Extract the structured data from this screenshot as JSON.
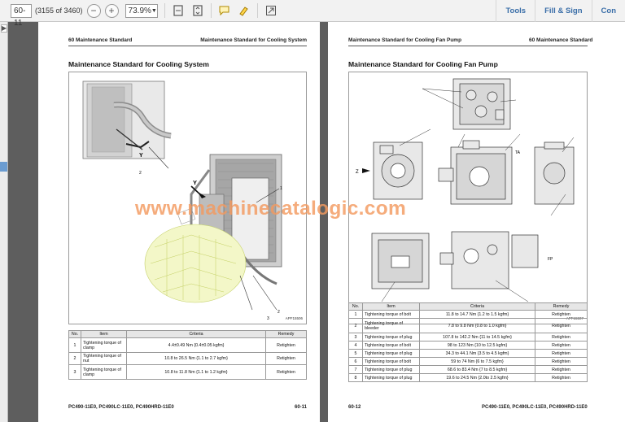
{
  "toolbar": {
    "page_value": "60-11",
    "page_count": "(3155 of 3460)",
    "zoom_value": "73.9%",
    "tools_label": "Tools",
    "fill_sign_label": "Fill & Sign",
    "comment_label": "Con"
  },
  "left_page": {
    "header_left": "60 Maintenance Standard",
    "header_right": "Maintenance Standard for Cooling System",
    "title": "Maintenance Standard for Cooling System",
    "figure_code": "APF15506",
    "callouts": {
      "one": "1",
      "two_top": "2",
      "two_bottom": "2",
      "three": "3",
      "y_top": "Y",
      "y_main": "Y"
    },
    "table": {
      "headers": [
        "No.",
        "Item",
        "Criteria",
        "Remedy"
      ],
      "rows": [
        [
          "1",
          "Tightening torque of clamp",
          "4.4±0.49 Nm {0.4±0.05 kgfm}",
          "Retighten"
        ],
        [
          "2",
          "Tightening torque of nut",
          "10.8 to 26.5 Nm {1.1 to 2.7 kgfm}",
          "Retighten"
        ],
        [
          "3",
          "Tightening torque of clamp",
          "10.8 to 11.8 Nm {1.1 to 1.2 kgfm}",
          "Retighten"
        ]
      ]
    },
    "footer_left": "PC490-11E0, PC490LC-11E0, PC490HRD-11E0",
    "footer_right": "60-11"
  },
  "right_page": {
    "header_left": "Maintenance Standard for Cooling Fan Pump",
    "header_right": "60 Maintenance Standard",
    "title": "Maintenance Standard for Cooling Fan Pump",
    "figure_code": "APF15507",
    "callouts": {
      "z": "Z",
      "fp": "FP",
      "ta": "TA"
    },
    "table": {
      "headers": [
        "No.",
        "Item",
        "Criteria",
        "Remedy"
      ],
      "rows": [
        [
          "1",
          "Tightening torque of bolt",
          "11.8 to 14.7 Nm {1.2 to 1.5 kgfm}",
          "Retighten"
        ],
        [
          "2",
          "Tightening torque of bleeder",
          "7.8 to 9.8 Nm {0.8 to 1.0 kgfm}",
          "Retighten"
        ],
        [
          "3",
          "Tightening torque of plug",
          "107.8 to 142.2 Nm {11 to 14.5 kgfm}",
          "Retighten"
        ],
        [
          "4",
          "Tightening torque of bolt",
          "98 to 123 Nm {10 to 12.5 kgfm}",
          "Retighten"
        ],
        [
          "5",
          "Tightening torque of plug",
          "34.3 to 44.1 Nm {3.5 to 4.5 kgfm}",
          "Retighten"
        ],
        [
          "6",
          "Tightening torque of bolt",
          "59 to 74 Nm {6 to 7.5 kgfm}",
          "Retighten"
        ],
        [
          "7",
          "Tightening torque of plug",
          "68.6 to 83.4 Nm {7 to 8.5 kgfm}",
          "Retighten"
        ],
        [
          "8",
          "Tightening torque of plug",
          "19.6 to 24.5 Nm {2.0to 2.5 kgfm}",
          "Retighten"
        ]
      ]
    },
    "footer_left": "60-12",
    "footer_right": "PC490-11E0, PC490LC-11E0, PC490HRD-11E0"
  },
  "watermark": "www.machinecatalogic.com",
  "colors": {
    "watermark": "#f39a60",
    "toolbar_link": "#3a6ea8",
    "viewer_bg": "#5e5e5e"
  }
}
